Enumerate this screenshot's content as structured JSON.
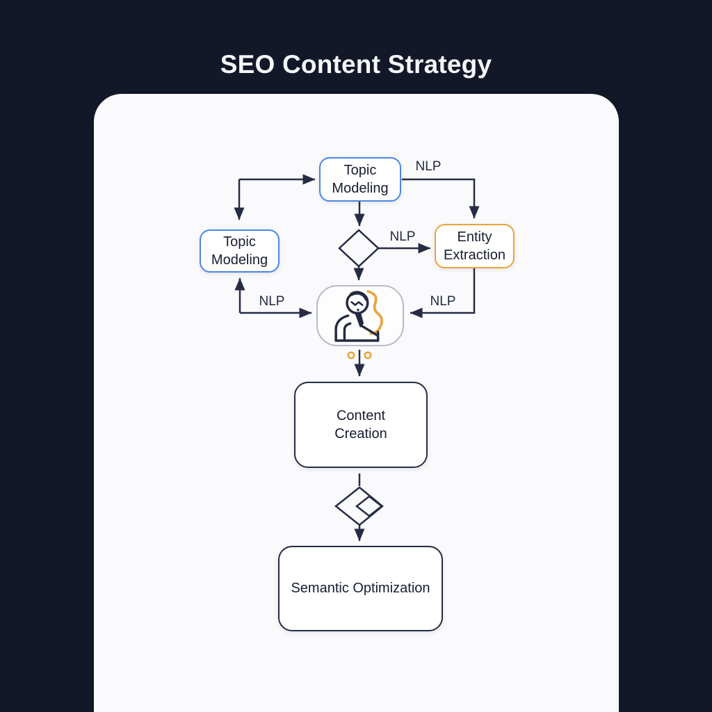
{
  "title": "SEO Content Strategy",
  "nodes": {
    "topic_modeling_top": "Topic Modeling",
    "topic_modeling_left": "Topic Modeling",
    "entity_extraction": "Entity Extraction",
    "content_creation": "Content Creation",
    "semantic_optimization": "Semantic Optimization"
  },
  "edge_labels": {
    "top_right": "NLP",
    "diamond_to_entity": "NLP",
    "left_to_person": "NLP",
    "entity_to_person": "NLP"
  },
  "icons": {
    "center_icon": "thinking-person-icon"
  },
  "colors": {
    "background": "#131828",
    "canvas": "#fafafc",
    "node_fill": "#ffffff",
    "accent_blue": "#4a86e0",
    "accent_orange": "#e9a43c",
    "ink": "#262c44",
    "title_text": "#f5f6fa"
  }
}
